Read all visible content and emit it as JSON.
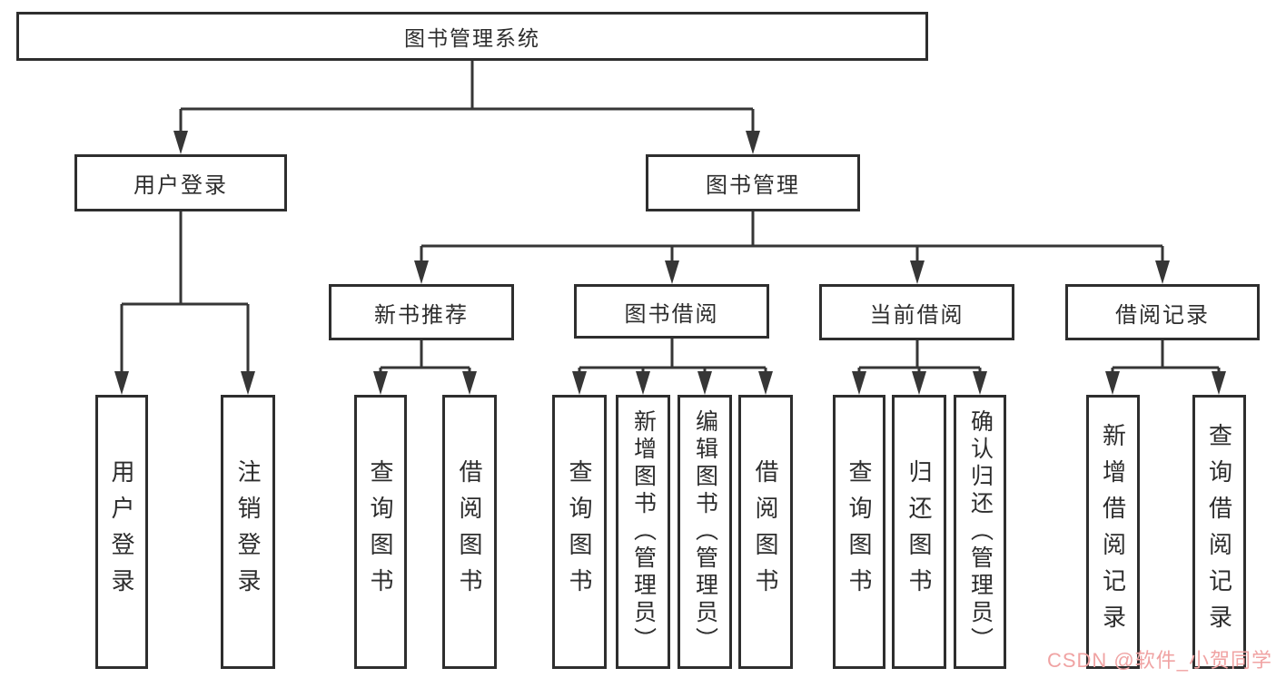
{
  "diagram": {
    "type": "hierarchy-tree",
    "colors": {
      "line": "#363636",
      "box_border": "#2e2e2e",
      "text": "#2d2d2d",
      "watermark": "#f0a3a3",
      "background": "#ffffff"
    },
    "tree": {
      "label": "图书管理系统",
      "children": [
        {
          "label": "用户登录",
          "children": [
            {
              "label": "用户登录"
            },
            {
              "label": "注销登录"
            }
          ]
        },
        {
          "label": "图书管理",
          "children": [
            {
              "label": "新书推荐",
              "children": [
                {
                  "label": "查询图书"
                },
                {
                  "label": "借阅图书"
                }
              ]
            },
            {
              "label": "图书借阅",
              "children": [
                {
                  "label": "查询图书"
                },
                {
                  "label": "新增图书（管理员）"
                },
                {
                  "label": "编辑图书（管理员）"
                },
                {
                  "label": "借阅图书"
                }
              ]
            },
            {
              "label": "当前借阅",
              "children": [
                {
                  "label": "查询图书"
                },
                {
                  "label": "归还图书"
                },
                {
                  "label": "确认归还（管理员）"
                }
              ]
            },
            {
              "label": "借阅记录",
              "children": [
                {
                  "label": "新增借阅记录"
                },
                {
                  "label": "查询借阅记录"
                }
              ]
            }
          ]
        }
      ]
    },
    "watermark": {
      "text": "CSDN @软件_小贺同学"
    }
  }
}
